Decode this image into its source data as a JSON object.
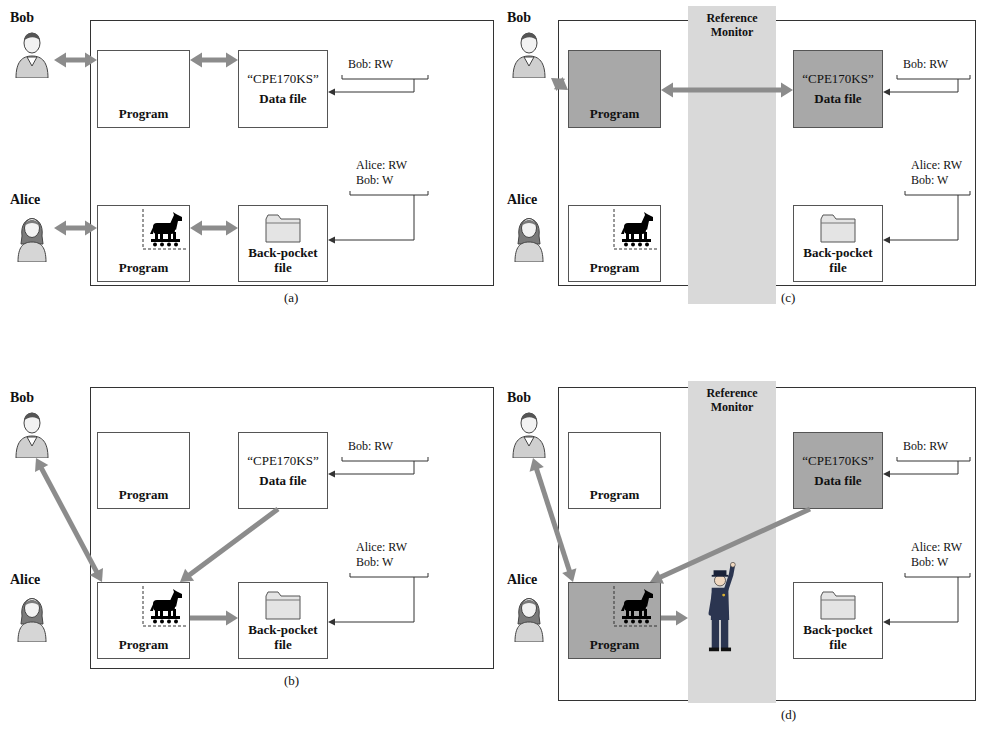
{
  "diagram": {
    "nodes": [
      {
        "text": [
          "Bob"
        ]
      },
      {
        "text": [
          "Program"
        ]
      },
      {
        "text": [
          "“CPE170KS”",
          "Data file"
        ]
      },
      {
        "text": [
          "Alice"
        ]
      },
      {
        "text": [
          "Program"
        ]
      },
      {
        "text": [
          "Back-pocket file"
        ]
      },
      {
        "text": [
          "Bob"
        ]
      },
      {
        "text": [
          "Program"
        ]
      },
      {
        "text": [
          "Reference Monitor"
        ]
      },
      {
        "text": [
          "“CPE170KS”",
          "Data file"
        ]
      },
      {
        "text": [
          "Alice"
        ]
      },
      {
        "text": [
          "Program"
        ]
      },
      {
        "text": [
          "Back-pocket file"
        ]
      },
      {
        "text": [
          "Bob"
        ]
      },
      {
        "text": [
          "Program"
        ]
      },
      {
        "text": [
          "“CPE170KS”",
          "Data file"
        ]
      },
      {
        "text": [
          "Alice"
        ]
      },
      {
        "text": [
          "Program"
        ]
      },
      {
        "text": [
          "Back-pocket file"
        ]
      },
      {
        "text": [
          "Bob"
        ]
      },
      {
        "text": [
          "Program"
        ]
      },
      {
        "text": [
          "Reference Monitor"
        ]
      },
      {
        "text": [
          "“CPE170KS”",
          "Data file"
        ]
      },
      {
        "text": [
          "Alice"
        ]
      },
      {
        "text": [
          "Program"
        ]
      },
      {
        "text": [
          "Back-pocket file"
        ]
      }
    ],
    "edges": [
      {
        "from": 0,
        "to": 1,
        "arrow": "both"
      },
      {
        "from": 1,
        "to": 2,
        "arrow": "both"
      },
      {
        "from": 3,
        "to": 4,
        "arrow": "both"
      },
      {
        "from": 4,
        "to": 5,
        "arrow": "both"
      },
      {
        "from": 6,
        "to": 7,
        "arrow": "both"
      },
      {
        "from": 7,
        "to": 9,
        "arrow": "both"
      },
      {
        "from": 13,
        "to": 17,
        "arrow": "both"
      },
      {
        "from": 15,
        "to": 17,
        "arrow": "to"
      },
      {
        "from": 17,
        "to": 18,
        "arrow": "to"
      },
      {
        "from": 19,
        "to": 24,
        "arrow": "both"
      },
      {
        "from": 22,
        "to": 24,
        "arrow": "to"
      },
      {
        "from": 24,
        "to": 21,
        "arrow": "to"
      }
    ],
    "labels": [
      "Bob: RW",
      "Alice: RW",
      "Bob: W",
      "(a)",
      "Bob: RW",
      "Alice: RW",
      "Bob: W",
      "(c)",
      "Bob: RW",
      "Alice: RW",
      "Bob: W",
      "(b)",
      "Bob: RW",
      "Alice: RW",
      "Bob: W",
      "(d)"
    ]
  }
}
